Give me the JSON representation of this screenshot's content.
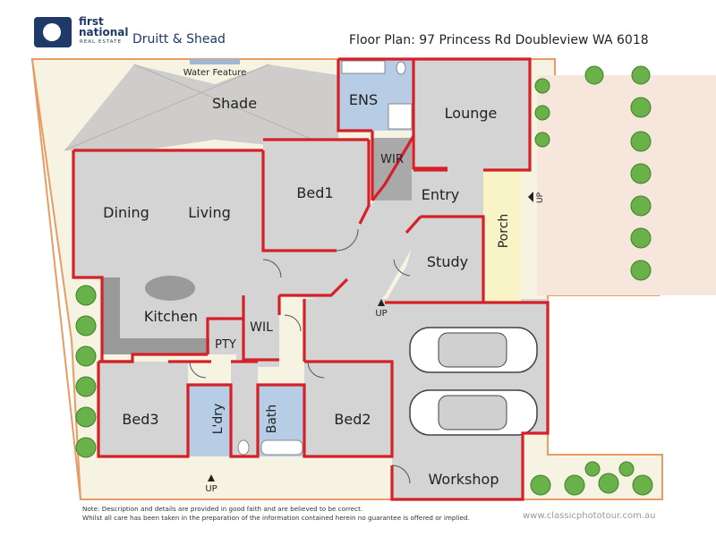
{
  "header": {
    "brand_line1": "first",
    "brand_line2": "national",
    "brand_line3": "REAL ESTATE",
    "agency": "Druitt & Shead",
    "plan_title": "Floor Plan: 97 Princess Rd Doubleview WA 6018"
  },
  "rooms": {
    "shade": "Shade",
    "water_feature": "Water Feature",
    "ens": "ENS",
    "lounge": "Lounge",
    "wir": "WIR",
    "bed1": "Bed1",
    "entry": "Entry",
    "dining": "Dining",
    "living": "Living",
    "porch": "Porch",
    "study": "Study",
    "kitchen": "Kitchen",
    "wil": "WIL",
    "pty": "PTY",
    "bed3": "Bed3",
    "laundry": "L'dry",
    "bath": "Bath",
    "bed2": "Bed2",
    "workshop": "Workshop"
  },
  "markers": {
    "up_porch": "UP",
    "up_entry": "UP",
    "up_laundry": "UP"
  },
  "footer": {
    "note_line1": "Note: Description and details are provided in good faith and are believed to be correct.",
    "note_line2": "Whilst all care has been taken in the preparation of the information contained herein no guarantee is offered or implied.",
    "website": "www.classicphototour.com.au"
  },
  "colors": {
    "wall": "#d42027",
    "room_fill": "#d4d4d4",
    "wet_fill": "#b7cde6",
    "garden_fill": "#f7f3e2",
    "garden_border": "#e89b63",
    "porch_fill": "#f8f4c8",
    "driveway_fill": "#f6e6dc",
    "shrub": "#69b24a",
    "brand_blue": "#1f3a66"
  }
}
